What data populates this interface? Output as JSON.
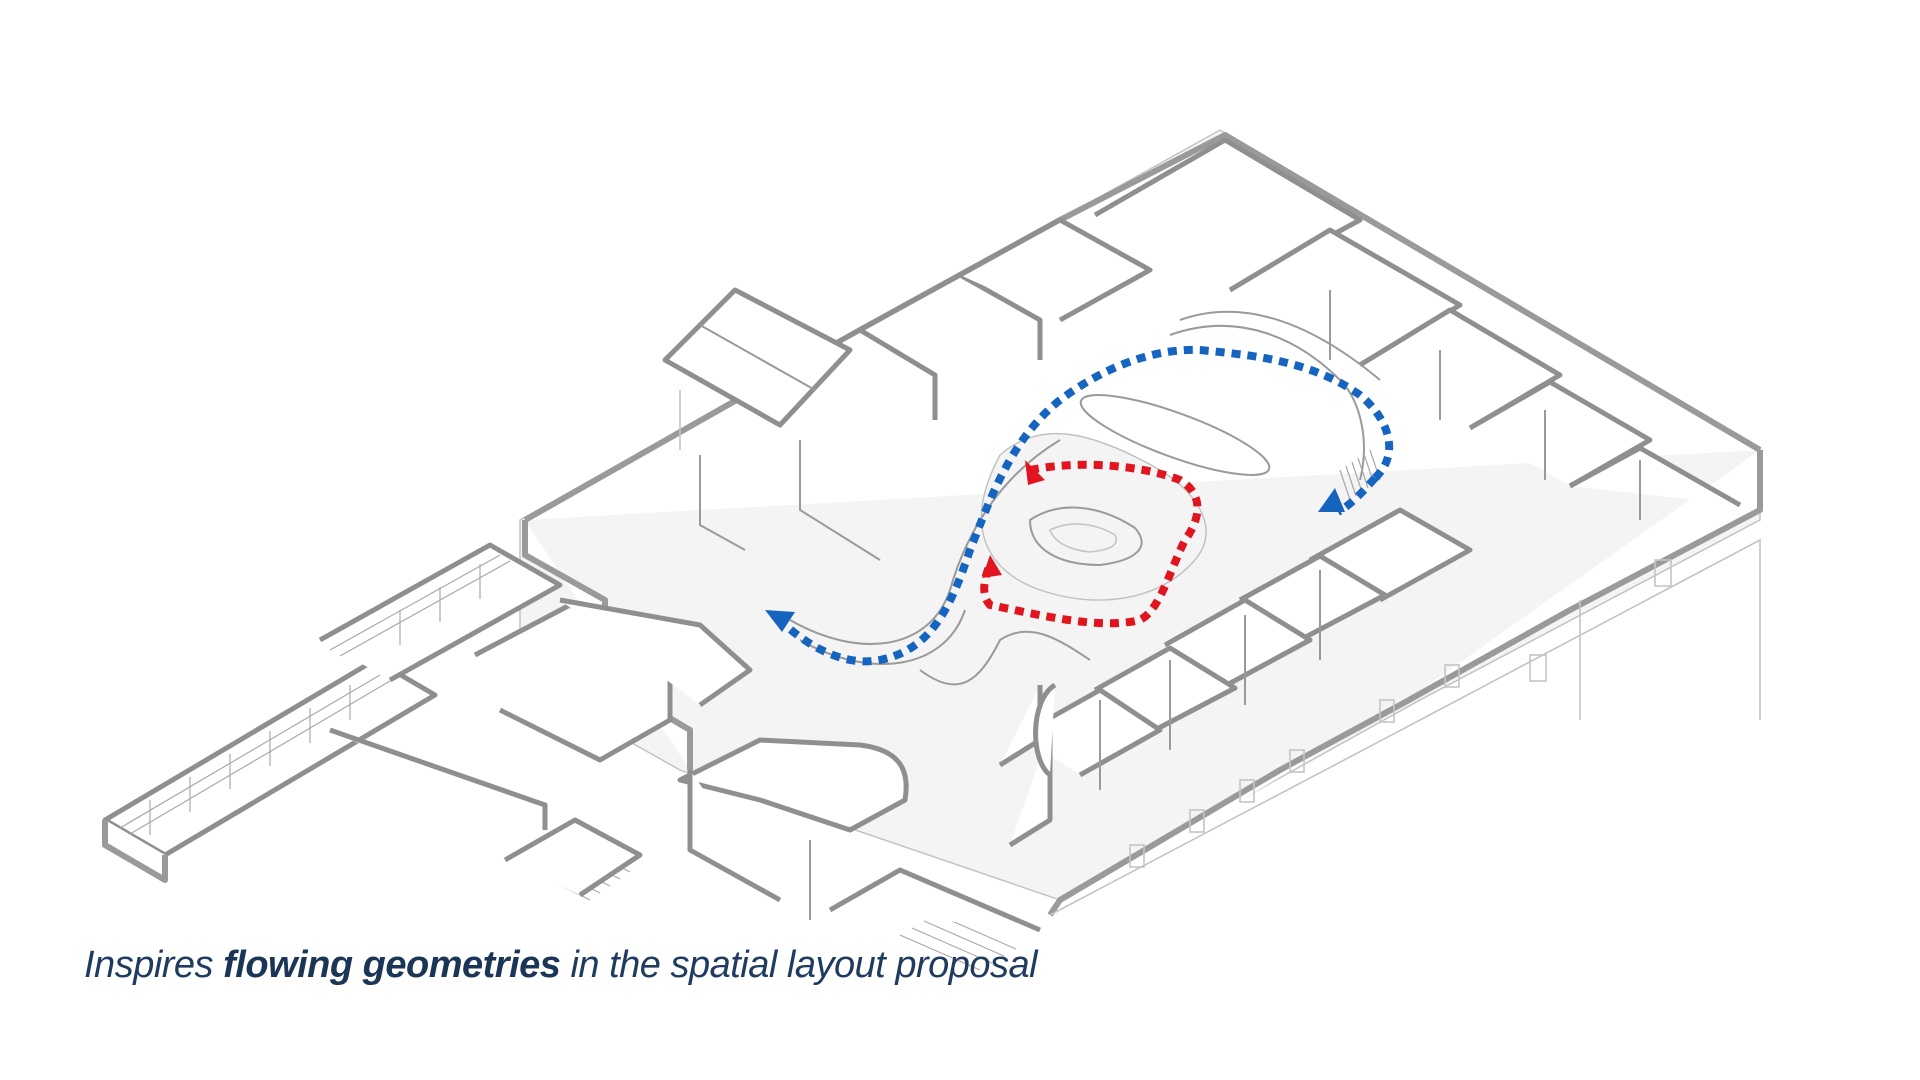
{
  "caption": {
    "prefix": "Inspires ",
    "emphasis": "flowing geometries",
    "suffix": " in the spatial layout proposal"
  },
  "colors": {
    "circulation_outer": "#1565c0",
    "circulation_inner": "#e0151f",
    "wall": "#9a9a9a",
    "caption": "#1f3b60"
  },
  "icons": {
    "outer_path_arrows": "arrowhead",
    "inner_path_arrows": "arrowhead"
  }
}
